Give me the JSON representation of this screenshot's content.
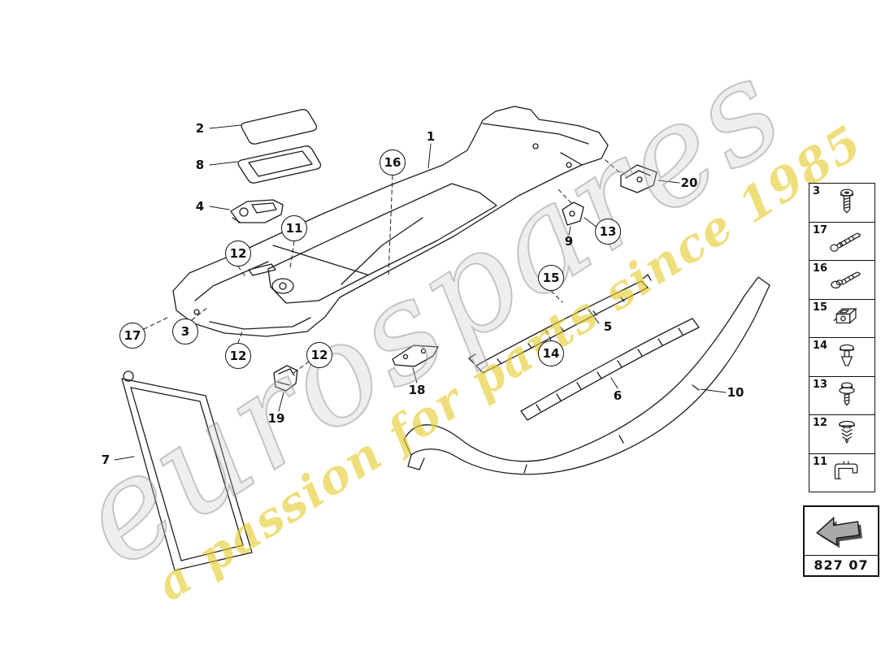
{
  "watermark": {
    "brand": "eurospares",
    "tagline": "a passion for parts since 1985"
  },
  "nav": {
    "code": "827 07",
    "icon": "back-arrow"
  },
  "sidebar": {
    "items": [
      {
        "number": "3",
        "icon": "torx-screw-icon"
      },
      {
        "number": "17",
        "icon": "long-bolt-icon"
      },
      {
        "number": "16",
        "icon": "flange-screw-icon"
      },
      {
        "number": "15",
        "icon": "cage-nut-icon"
      },
      {
        "number": "14",
        "icon": "expansion-rivet-icon"
      },
      {
        "number": "13",
        "icon": "washer-screw-icon"
      },
      {
        "number": "12",
        "icon": "push-rivet-icon"
      },
      {
        "number": "11",
        "icon": "spring-clip-icon"
      }
    ]
  },
  "callouts": [
    {
      "label": "2",
      "circled": false
    },
    {
      "label": "8",
      "circled": false
    },
    {
      "label": "4",
      "circled": false
    },
    {
      "label": "1",
      "circled": false
    },
    {
      "label": "16",
      "circled": true
    },
    {
      "label": "11",
      "circled": true
    },
    {
      "label": "12",
      "circled": true
    },
    {
      "label": "3",
      "circled": true
    },
    {
      "label": "17",
      "circled": true
    },
    {
      "label": "12",
      "circled": true
    },
    {
      "label": "12",
      "circled": true
    },
    {
      "label": "19",
      "circled": false
    },
    {
      "label": "18",
      "circled": false
    },
    {
      "label": "7",
      "circled": false
    },
    {
      "label": "9",
      "circled": false
    },
    {
      "label": "13",
      "circled": true
    },
    {
      "label": "20",
      "circled": false
    },
    {
      "label": "15",
      "circled": true
    },
    {
      "label": "14",
      "circled": true
    },
    {
      "label": "5",
      "circled": false
    },
    {
      "label": "6",
      "circled": false
    },
    {
      "label": "10",
      "circled": false
    }
  ]
}
